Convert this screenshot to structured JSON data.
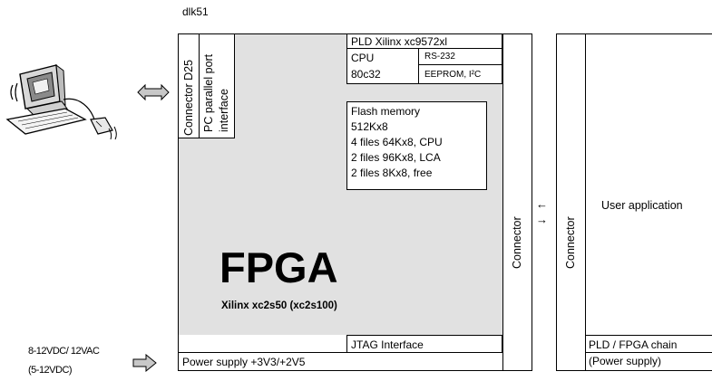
{
  "title": "dlk51",
  "computer_icon": "computer-icon",
  "power_input": {
    "line1": "8-12VDC/ 12VAC",
    "line2": "(5-12VDC)"
  },
  "board": {
    "connector_d25": "Connector D25",
    "pc_parallel_line1": "PC parallel port",
    "pc_parallel_line2": "interface",
    "pld": "PLD Xilinx xc9572xl",
    "cpu_line1": "CPU",
    "cpu_line2": "80c32",
    "rs232": "RS-232",
    "eeprom": "EEPROM, I²C",
    "flash": [
      "Flash memory",
      "512Kx8",
      "4 files 64Kx8, CPU",
      "2 files 96Kx8, LCA",
      "2 files 8Kx8, free"
    ],
    "fpga_title": "FPGA",
    "fpga_subtitle": "Xilinx xc2s50 (xc2s100)",
    "jtag": "JTAG Interface",
    "power_supply": "Power supply +3V3/+2V5",
    "connector_left": "Connector"
  },
  "user_board": {
    "connector": "Connector",
    "user_application": "User application",
    "pld_fpga_chain": "PLD / FPGA chain",
    "power_supply": "(Power supply)"
  },
  "colors": {
    "fpga_fill": "#e1e1e1",
    "arrow_fill": "#c8c8c8"
  }
}
